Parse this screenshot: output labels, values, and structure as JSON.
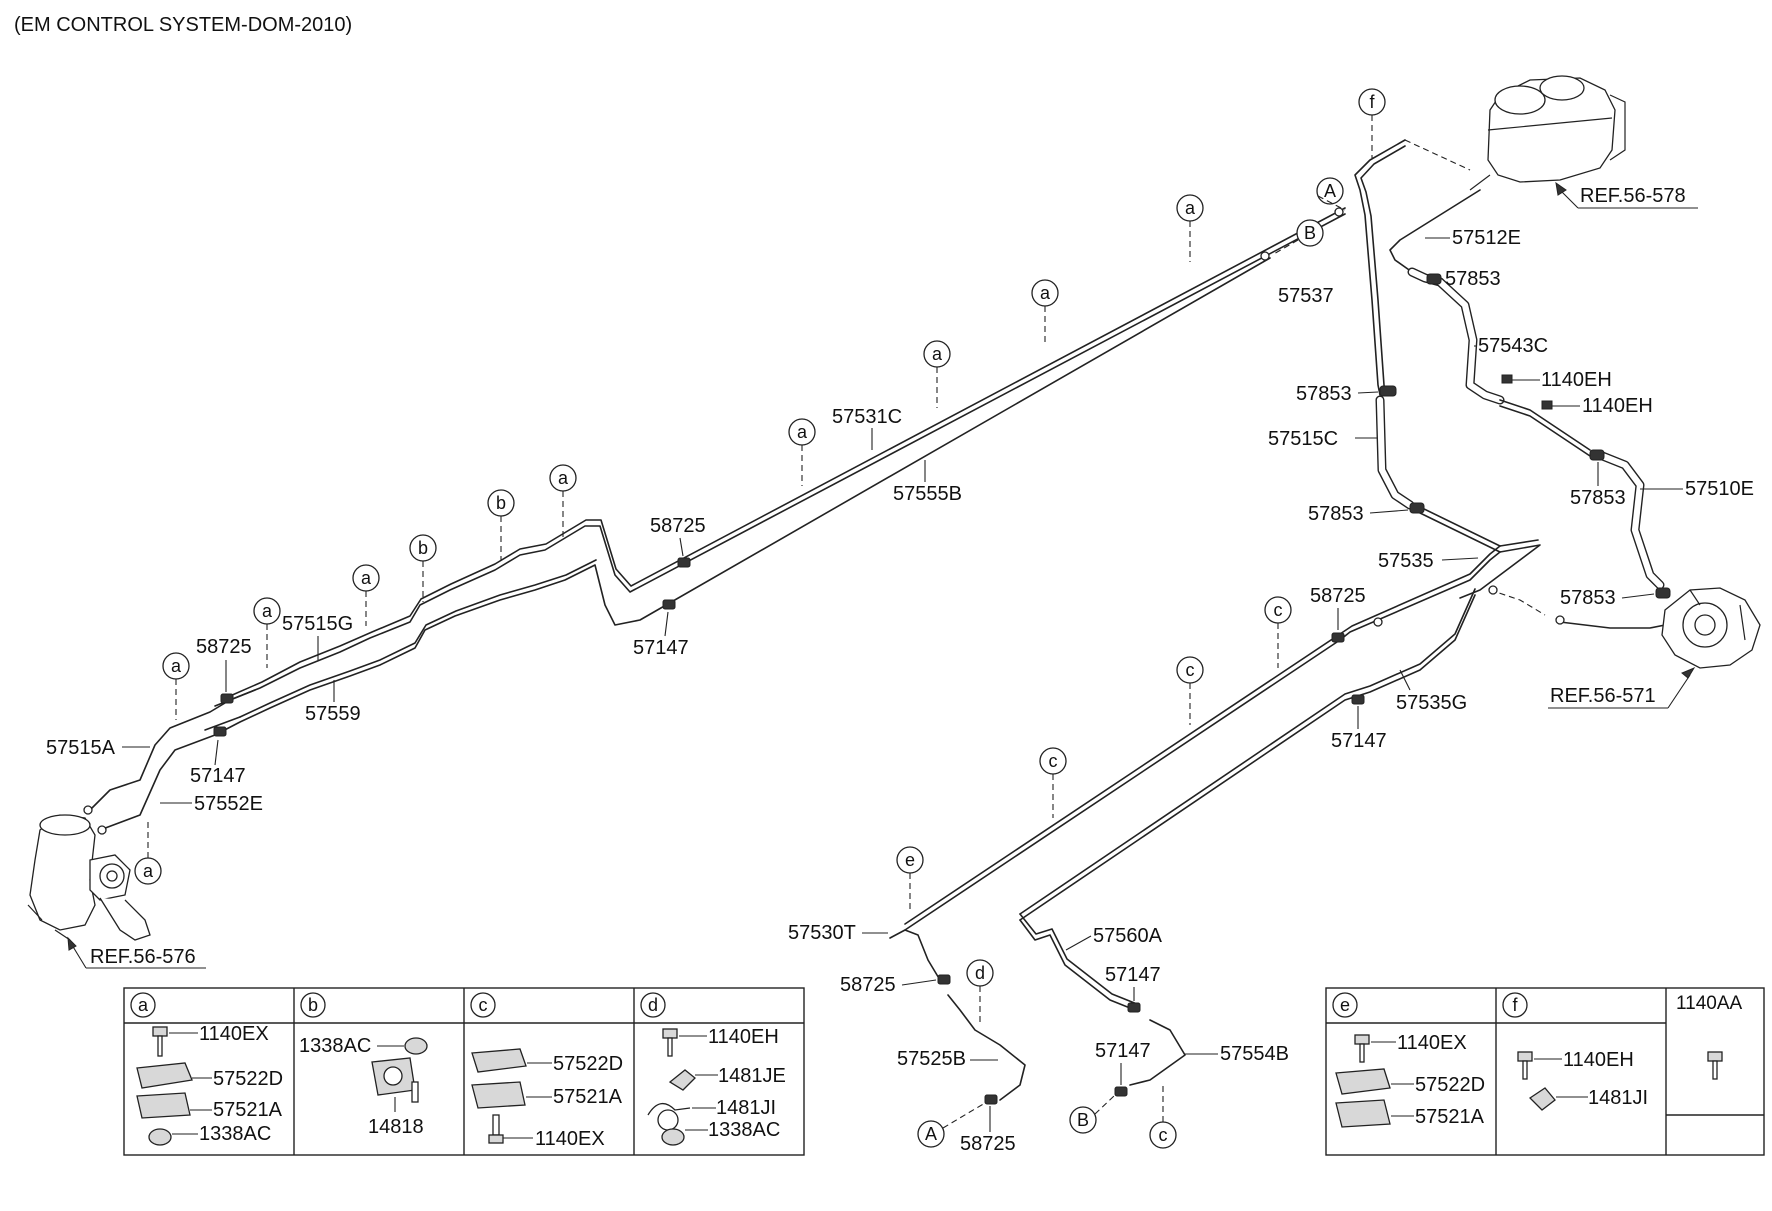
{
  "title": "(EM CONTROL SYSTEM-DOM-2010)",
  "refs": {
    "top_reservoir": "REF.56-578",
    "pump": "REF.56-571",
    "gear_box": "REF.56-576"
  },
  "callout_letters": {
    "a": "a",
    "b": "b",
    "c": "c",
    "d": "d",
    "e": "e",
    "f": "f",
    "A": "A",
    "B": "B"
  },
  "labels": {
    "p57531C": "57531C",
    "p57555B": "57555B",
    "p58725_top": "58725",
    "p57147_top": "57147",
    "p57515G": "57515G",
    "p58725_left": "58725",
    "p57559": "57559",
    "p57515A": "57515A",
    "p57147_left": "57147",
    "p57552E": "57552E",
    "p57537": "57537",
    "p57853_1": "57853",
    "p57515C": "57515C",
    "p57853_2": "57853",
    "p57535": "57535",
    "p57512E": "57512E",
    "p57853_3": "57853",
    "p57543C": "57543C",
    "p1140EH_1": "1140EH",
    "p1140EH_2": "1140EH",
    "p57853_4": "57853",
    "p57510E": "57510E",
    "p57853_5": "57853",
    "p58725_mid": "58725",
    "p57535G": "57535G",
    "p57147_mid": "57147",
    "p57530T": "57530T",
    "p58725_low": "58725",
    "p57525B": "57525B",
    "p58725_bot": "58725",
    "p57560A": "57560A",
    "p57147_low": "57147",
    "p57147_bot": "57147",
    "p57554B": "57554B"
  },
  "legend_left": {
    "headers": [
      "a",
      "b",
      "c",
      "d"
    ],
    "a_items": [
      "1140EX",
      "57522D",
      "57521A",
      "1338AC"
    ],
    "b_items": [
      "1338AC",
      "14818"
    ],
    "c_items": [
      "57522D",
      "57521A",
      "1140EX"
    ],
    "d_items": [
      "1140EH",
      "1481JE",
      "1481JI",
      "1338AC"
    ]
  },
  "legend_right": {
    "headers": [
      "e",
      "f",
      "1140AA"
    ],
    "e_items": [
      "1140EX",
      "57522D",
      "57521A"
    ],
    "f_items": [
      "1140EH",
      "1481JI"
    ]
  }
}
